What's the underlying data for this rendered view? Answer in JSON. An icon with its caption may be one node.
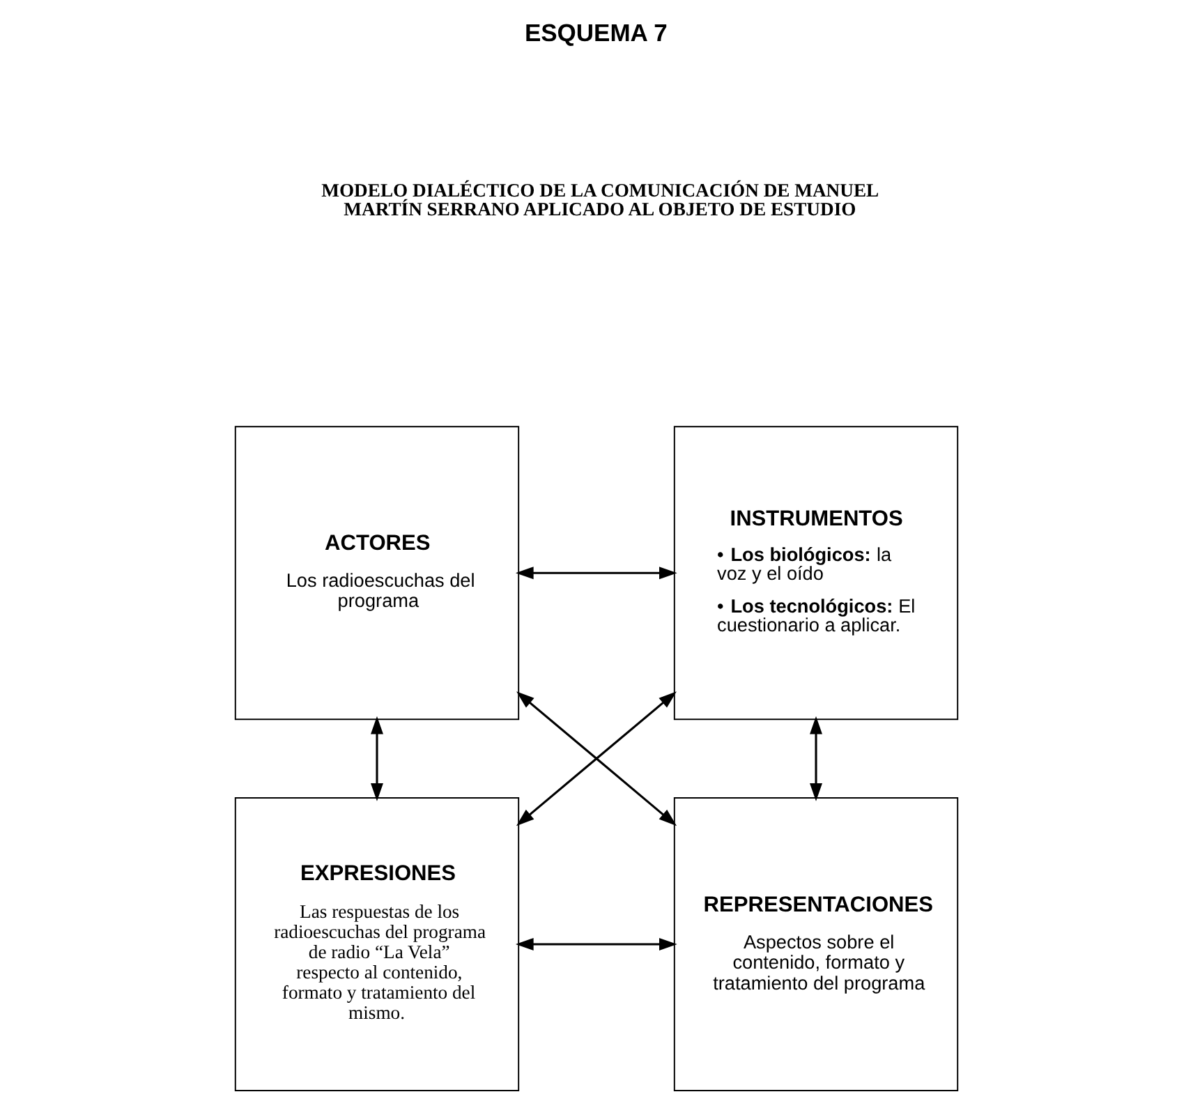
{
  "diagram": {
    "title": "ESQUEMA 7",
    "nodes": [
      {
        "text": [
          "ACTORES",
          "Los radioescuchas del programa"
        ]
      },
      {
        "text": [
          "INSTRUMENTOS",
          "• **Los biológicos:** la voz y el oído",
          "• **Los tecnológicos:** El cuestionario a aplicar."
        ]
      },
      {
        "text": [
          "EXPRESIONES",
          "Las respuestas de los radioescuchas del programa de radio “La Vela” respecto al contenido, formato y tratamiento del mismo."
        ]
      },
      {
        "text": [
          "REPRESENTACIONES",
          "Aspectos sobre el contenido, formato y tratamiento del programa"
        ]
      }
    ],
    "edges": [
      {
        "from": 0,
        "to": 1,
        "arrow": "both"
      },
      {
        "from": 0,
        "to": 3,
        "arrow": "both"
      },
      {
        "from": 2,
        "to": 1,
        "arrow": "both"
      },
      {
        "from": 0,
        "to": 2,
        "arrow": "both"
      },
      {
        "from": 1,
        "to": 3,
        "arrow": "both"
      },
      {
        "from": 2,
        "to": 3,
        "arrow": "both"
      }
    ],
    "labels": [
      "MODELO DIALÉCTICO DE LA COMUNICACIÓN DE MANUEL MARTÍN SERRANO APLICADO AL OBJETO DE ESTUDIO"
    ]
  }
}
